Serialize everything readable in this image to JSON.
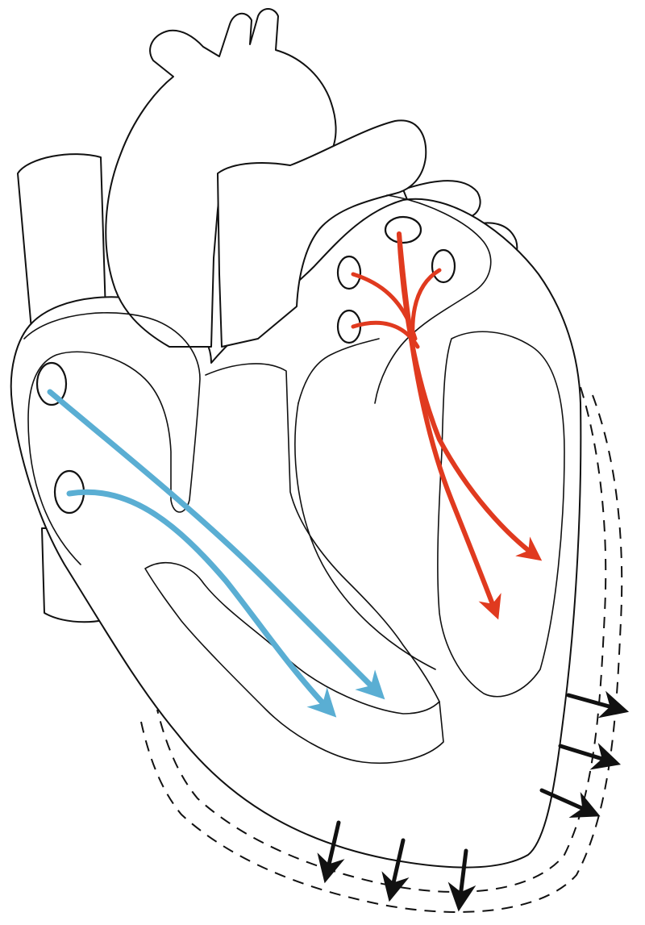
{
  "diagram": {
    "subject": "heart-blood-flow-cross-section",
    "colors": {
      "background": "#ffffff",
      "outline": "#111111",
      "deoxygenated_flow": "#5aaed3",
      "oxygenated_flow": "#e03a1f",
      "contraction_arrows": "#111111"
    },
    "icons": {
      "flow_arrow": "arrow-icon",
      "contraction_marker": "arrow-icon"
    },
    "flow_arrow_counts": {
      "deoxygenated": 2,
      "oxygenated": 2
    },
    "contraction_arrow_count": 6,
    "contraction_outline_count": 2
  }
}
